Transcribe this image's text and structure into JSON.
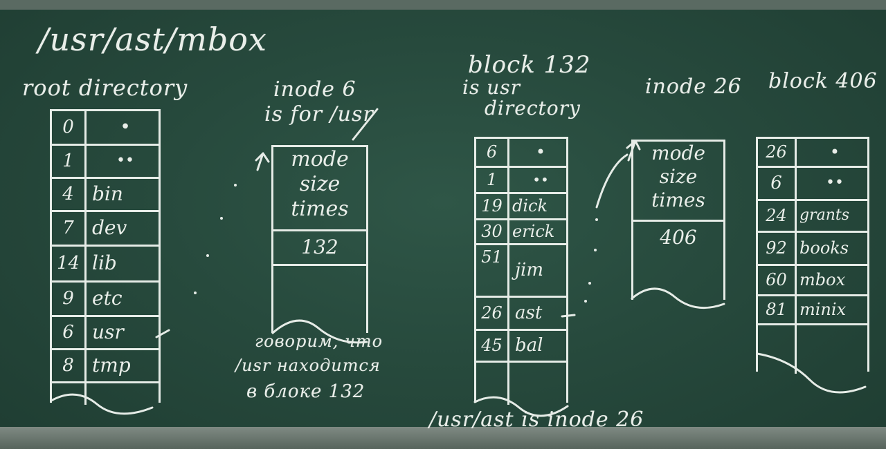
{
  "board": {
    "path_title": "/usr/ast/mbox",
    "root_label": "root directory",
    "inode6_label": [
      "inode 6",
      "is for /usr"
    ],
    "block132_label": [
      "block 132",
      "is usr",
      "directory"
    ],
    "inode26_label": "inode 26",
    "block406_label": "block 406",
    "russian_note": [
      "говорим, что",
      "/usr находится",
      "в блоке 132"
    ],
    "bottom_note": "/usr/ast is inode 26"
  },
  "root_dir": [
    [
      "0",
      "•"
    ],
    [
      "1",
      "••"
    ],
    [
      "4",
      "bin"
    ],
    [
      "7",
      "dev"
    ],
    [
      "14",
      "lib"
    ],
    [
      "9",
      "etc"
    ],
    [
      "6",
      "usr"
    ],
    [
      "8",
      "tmp"
    ],
    [
      "",
      ""
    ]
  ],
  "inode6": {
    "attrs": [
      "mode",
      "size",
      "times"
    ],
    "block": "132"
  },
  "block132": [
    [
      "6",
      "•"
    ],
    [
      "1",
      "••"
    ],
    [
      "19",
      "dick"
    ],
    [
      "30",
      "erick"
    ],
    [
      "51",
      "jim"
    ],
    [
      "26",
      "ast"
    ],
    [
      "45",
      "bal"
    ],
    [
      "",
      ""
    ]
  ],
  "inode26": {
    "attrs": [
      "mode",
      "size",
      "times"
    ],
    "block": "406"
  },
  "block406": [
    [
      "26",
      "•"
    ],
    [
      "6",
      "••"
    ],
    [
      "24",
      "grants"
    ],
    [
      "92",
      "books"
    ],
    [
      "60",
      "mbox"
    ],
    [
      "81",
      "minix"
    ],
    [
      "",
      ""
    ]
  ]
}
